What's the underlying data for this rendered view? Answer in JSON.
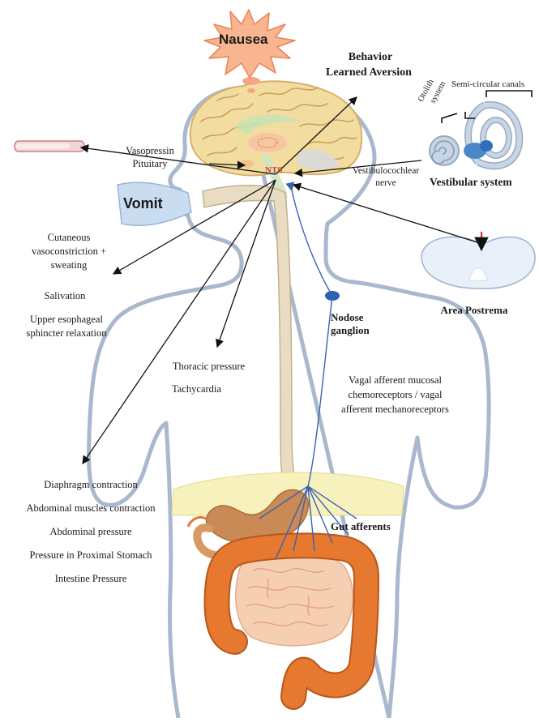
{
  "diagram": {
    "nausea": "Nausea",
    "behavior": "Behavior",
    "learned_aversion": "Learned Aversion",
    "semicircular_canals": "Semi-circular canals",
    "otolith": "Otolith",
    "otolith_system": "system",
    "vasopressin": "Vasopressin",
    "pituitary": "Pituitary",
    "nts": "NTS",
    "vestibulocochlear": "Vestibulocochlear",
    "vestibulocochlear_nerve": "nerve",
    "vestibular_system": "Vestibular system",
    "vomit": "Vomit",
    "cutaneous_1": "Cutaneous",
    "cutaneous_2": "vasoconstriction +",
    "cutaneous_3": "sweating",
    "salivation": "Salivation",
    "ues_1": "Upper esophageal",
    "ues_2": "sphincter relaxation",
    "area_postrema": "Area Postrema",
    "nodose_1": "Nodose",
    "nodose_2": "ganglion",
    "thoracic_pressure": "Thoracic pressure",
    "tachycardia": "Tachycardia",
    "vagal_1": "Vagal afferent mucosal",
    "vagal_2": "chemoreceptors / vagal",
    "vagal_3": "afferent mechanoreceptors",
    "diaphragm": "Diaphragm contraction",
    "abdominal_muscles": "Abdominal muscles contraction",
    "abdominal_pressure": "Abdominal pressure",
    "proximal_stomach": "Pressure in Proximal Stomach",
    "intestine_pressure": "Intestine Pressure",
    "gut_afferents": "Gut afferents"
  },
  "colors": {
    "outline": "#a9b8cc",
    "brain": "#f3dca0",
    "brain_folds": "#c9a25c",
    "esophagus": "#e8dcc3",
    "nerve_blue": "#3b62b0",
    "nts_red": "#e0332a",
    "nausea_fill": "#f8b58f",
    "stomach": "#c98a55",
    "colon": "#e6782f",
    "small_intestine": "#f6cfb3",
    "diaphragm": "#f7f1bd",
    "vestibular": "#c7d6e6",
    "vomit": "#c9dcf0",
    "area_postrema": "#eaf0fa"
  }
}
